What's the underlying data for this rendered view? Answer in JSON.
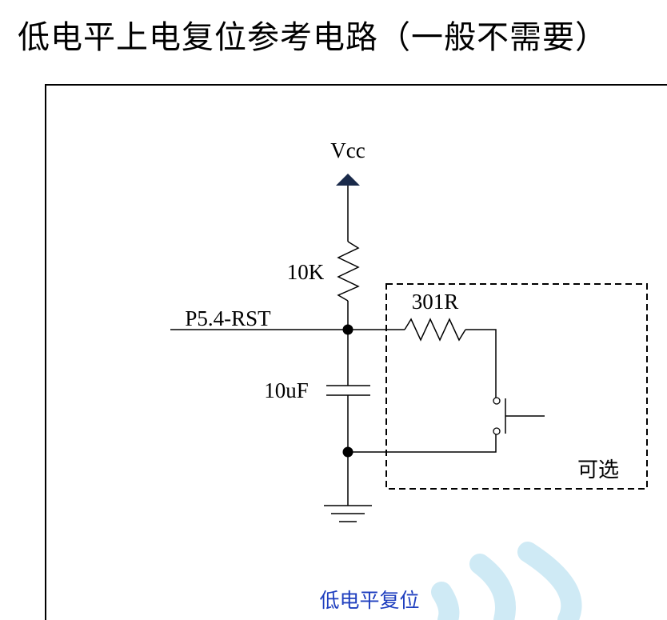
{
  "title": "低电平上电复位参考电路（一般不需要）",
  "vcc_label": "Vcc",
  "resistor_pullup_label": "10K",
  "resistor_series_label": "301R",
  "pin_label": "P5.4-RST",
  "capacitor_label": "10uF",
  "optional_label": "可选",
  "caption": "低电平复位",
  "colors": {
    "line": "#000000",
    "vcc_arrow": "#1a2a4a",
    "caption": "#1f3fbf",
    "watermark": "#cfeaf5"
  }
}
